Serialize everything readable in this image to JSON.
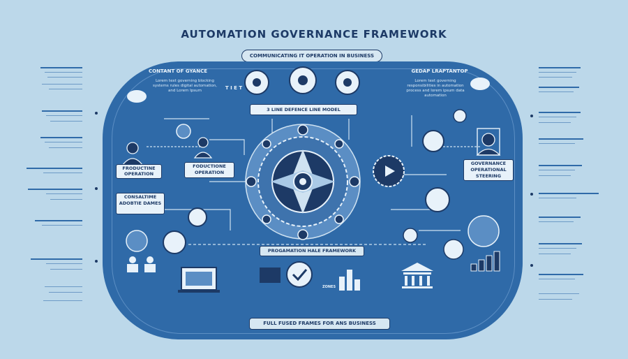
{
  "title": "AUTOMATION GOVERNANCE FRAMEWORK",
  "banner_top": "COMMUNICATING IT OPERATION IN BUSINESS",
  "top_left_heading": "CONTANT OF GYANCE",
  "top_left_note": "Lorem text governing blocking systems rules digital automation, and Lorem Ipsum",
  "top_mid_label": "T I E T",
  "top_right_heading": "GEDAP LRAPTANTOP",
  "top_right_note": "Lorem text governing responsibilities in automation process and lorem ipsum data automation",
  "defence_line": "3 LINE DEFENCE LINE MODEL",
  "left_tag_1": "FRODUCTINE OPERATION",
  "left_tag_2": "FODUCTIONE OPERATION",
  "left_tag_3": "CONSALTIME ADOBTIE DAMES",
  "right_tag_1": "GOVERNANCE OPERATIONAL STEERING",
  "center_bottom_banner": "PROGAMATION HALE FRAMEWORK",
  "bottom_banner": "FULL FUSED FRAMES FOR ANS BUSINESS",
  "bottom_side_text": "ZONES",
  "colors": {
    "background": "#bcd8ea",
    "board": "#2f6aa8",
    "dark": "#1d3a66",
    "light": "#e8f2fa"
  }
}
